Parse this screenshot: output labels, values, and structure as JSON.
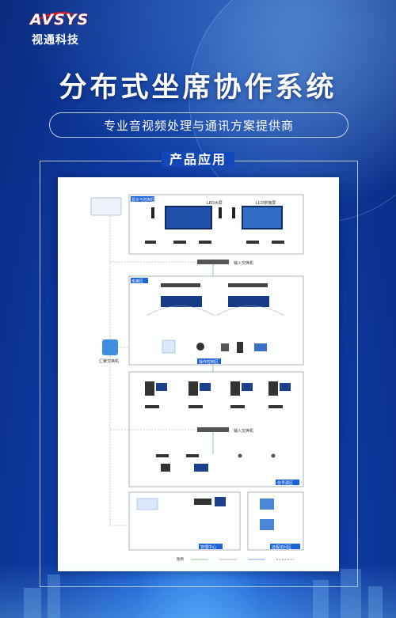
{
  "brand": {
    "logo_text": "AVSYS",
    "name_cn": "视通科技"
  },
  "header": {
    "title": "分布式坐席协作系统",
    "subtitle": "专业音视频处理与通讯方案提供商"
  },
  "section": {
    "title": "产品应用"
  },
  "diagram": {
    "top_label": "显示与控制区",
    "led_wall": "LED大屏",
    "lcd_wall": "LCD拼接屏",
    "switch_top": "输入交换机",
    "seat_area": "坐席区",
    "ctrl_area": "操作控制区",
    "switch_mid": "输入交换机",
    "source_area": "信号源区",
    "core_switch": "汇聚交换机",
    "mgmt_area": "管理中心",
    "remote_area": "远程访问区",
    "legend_title": "图例"
  },
  "colors": {
    "accent": "#1d63d8",
    "line_green": "#6bb26a",
    "line_grey": "#9aa3ad"
  }
}
